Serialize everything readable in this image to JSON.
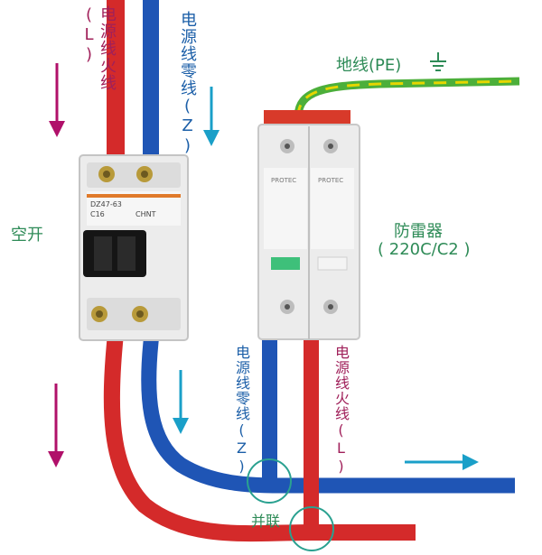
{
  "labels": {
    "live_source": "电源线火线(L)",
    "neutral_source": "电源线零线(Z)",
    "ground": "地线(PE)",
    "breaker": "空开",
    "arrester_name": "防雷器",
    "arrester_model": "( 220C/C2 )",
    "neutral_out": "电源线零线(Z)",
    "live_out": "电源线火线(L)",
    "parallel": "并联"
  },
  "devices": {
    "breaker_model": "DZ47-63",
    "breaker_rating": "C16",
    "breaker_brand": "CHNT",
    "arrester_text": "PROTEC"
  },
  "colors": {
    "label_magenta": "#a0205a",
    "label_blue": "#1c5fa8",
    "label_green": "#2e8b57",
    "arrow_magenta": "#b0106a",
    "arrow_teal": "#1a9fc8",
    "wire_red": "#d42a2a",
    "wire_blue": "#1f55b5",
    "wire_ground_green": "#4caf3a",
    "wire_ground_yellow": "#e6d600",
    "circle_teal": "#2aa190"
  }
}
